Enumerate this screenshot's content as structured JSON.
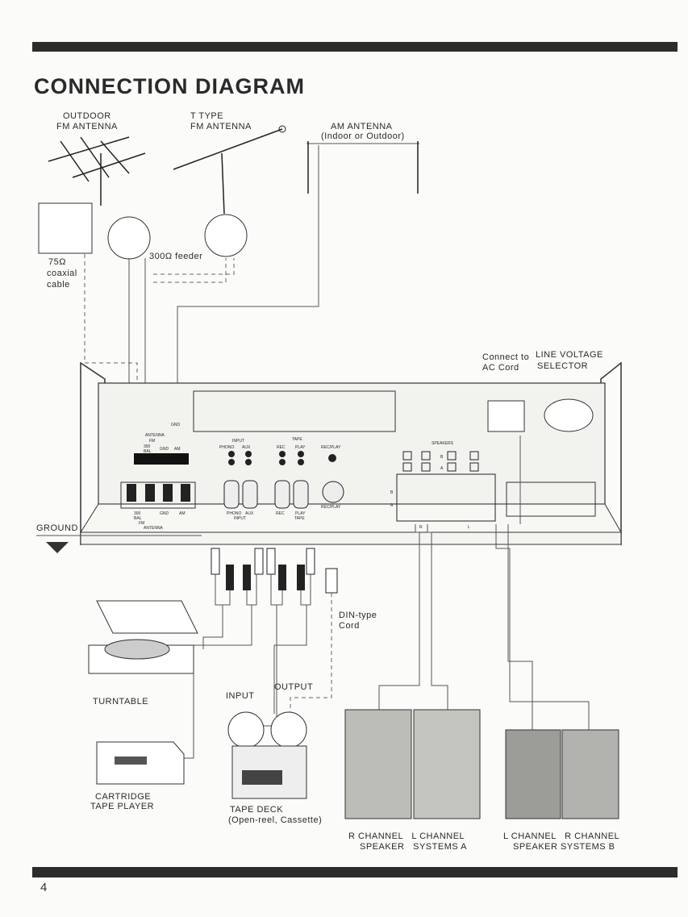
{
  "title": "CONNECTION DIAGRAM",
  "page_number": "4",
  "antennas": {
    "outdoor_fm": [
      "OUTDOOR",
      "FM ANTENNA"
    ],
    "t_type_fm": [
      "T TYPE",
      "FM ANTENNA"
    ],
    "am": [
      "AM ANTENNA",
      "(Indoor or Outdoor)"
    ],
    "coaxial": [
      "75Ω",
      "coaxial",
      "cable"
    ],
    "feeder": "300Ω feeder"
  },
  "ground_label": "GROUND",
  "ac": {
    "connect": [
      "Connect to",
      "AC Cord"
    ],
    "selector": [
      "LINE VOLTAGE",
      "SELECTOR"
    ]
  },
  "panel": {
    "gnd": "GND",
    "antenna_small": [
      "ANTENNA",
      "FM",
      "300",
      "BAL",
      "GND",
      "AM"
    ],
    "antenna_large": [
      "300",
      "BAL",
      "GND",
      "AM",
      "FM",
      "ANTENNA"
    ],
    "input_header": "INPUT",
    "phono": "PHONO",
    "aux": "AUX",
    "tape_header": "TAPE",
    "rec": "REC",
    "play": "PLAY",
    "rec_play": "REC/PLAY",
    "l": "L",
    "r": "R",
    "speakers": "SPEAKERS",
    "a": "A",
    "b": "B"
  },
  "din_cord": [
    "DIN-type",
    "Cord"
  ],
  "devices": {
    "turntable": "TURNTABLE",
    "cartridge": [
      "CARTRIDGE",
      "TAPE PLAYER"
    ],
    "tape_deck": [
      "TAPE DECK",
      "(Open-reel, Cassette)"
    ],
    "tape_input": "INPUT",
    "tape_output": "OUTPUT",
    "speakers_a": [
      "R CHANNEL   L CHANNEL",
      "SPEAKER   SYSTEMS A"
    ],
    "speakers_b": [
      "L CHANNEL   R CHANNEL",
      "SPEAKER SYSTEMS B"
    ]
  }
}
